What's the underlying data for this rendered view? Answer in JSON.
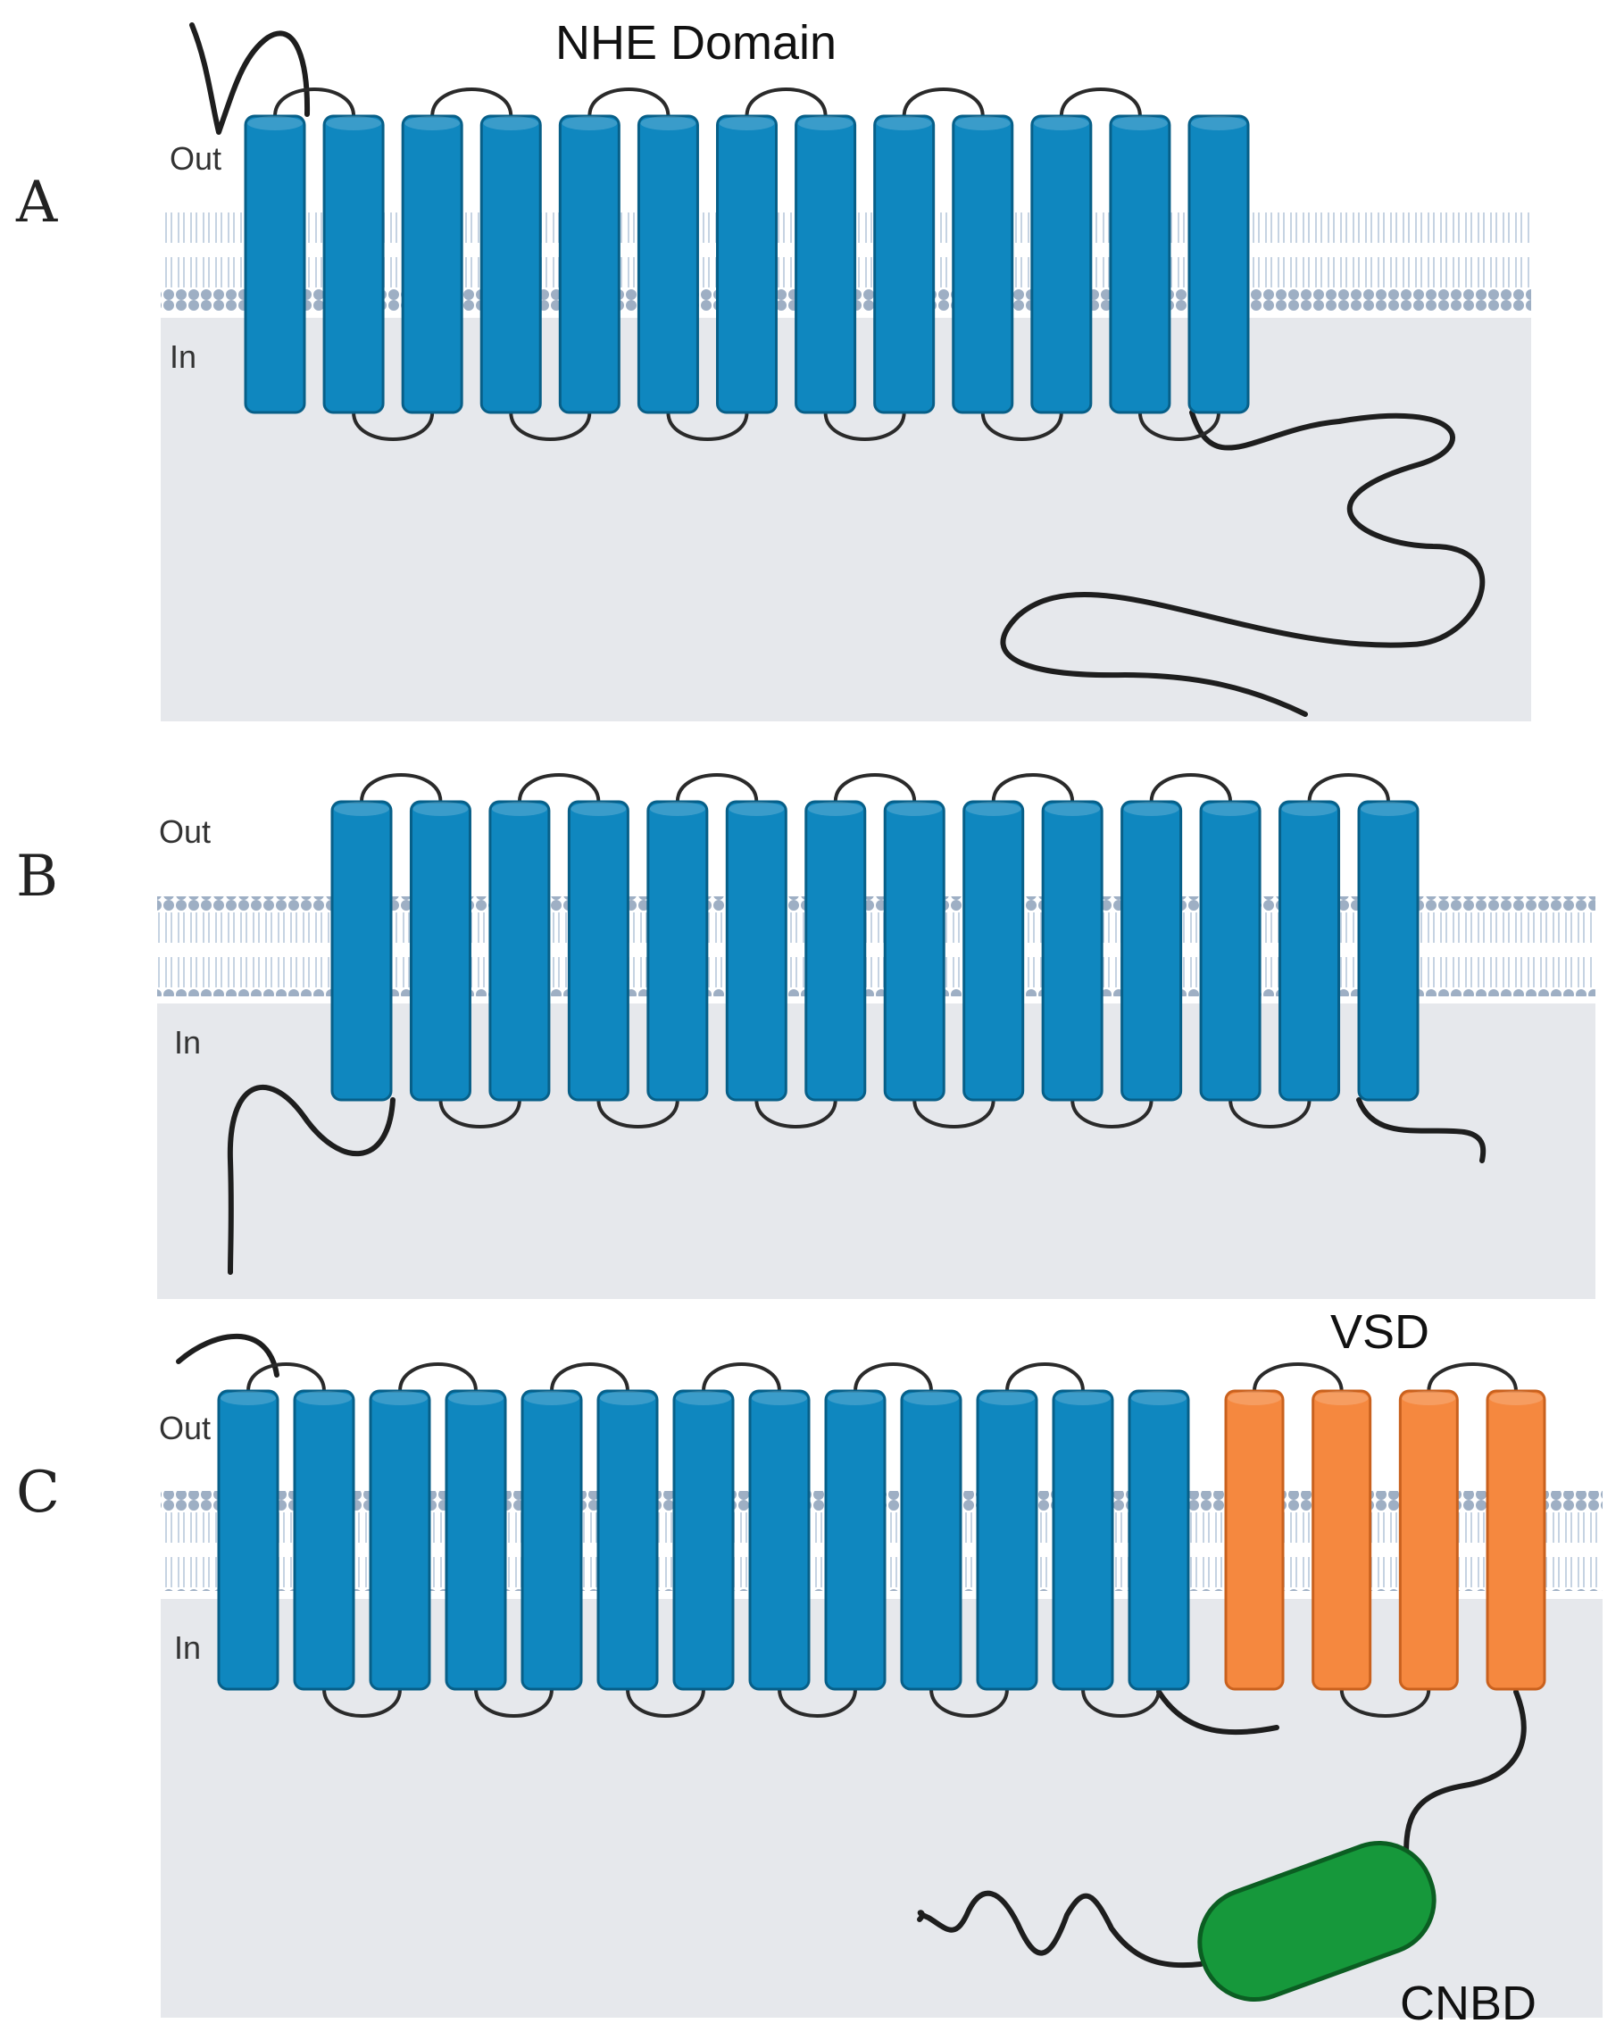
{
  "colors": {
    "cytoplasm": "#e6e8ec",
    "membrane_dots": "#9eafc4",
    "membrane_lines": "#c6d3e2",
    "nhe_helix": "#0f87bf",
    "nhe_helix_stroke": "#075f88",
    "vsd_helix": "#f5883f",
    "vsd_helix_stroke": "#c9611e",
    "cnbd": "#16983b",
    "cnbd_stroke": "#0b5e22",
    "strand": "#1e1e1e"
  },
  "icons": {
    "helix": "transmembrane-helix-cylinder",
    "membrane": "lipid-bilayer",
    "cnbd": "rounded-capsule"
  },
  "panels": [
    {
      "letter": "A",
      "out_label": "Out",
      "in_label": "In",
      "nhe_helix_count": 13,
      "domain_label": "NHE Domain"
    },
    {
      "letter": "B",
      "out_label": "Out",
      "in_label": "In",
      "nhe_helix_count": 14
    },
    {
      "letter": "C",
      "out_label": "Out",
      "in_label": "In",
      "nhe_helix_count": 13,
      "vsd_helix_count": 4,
      "vsd_label": "VSD",
      "cnbd_label": "CNBD"
    }
  ]
}
